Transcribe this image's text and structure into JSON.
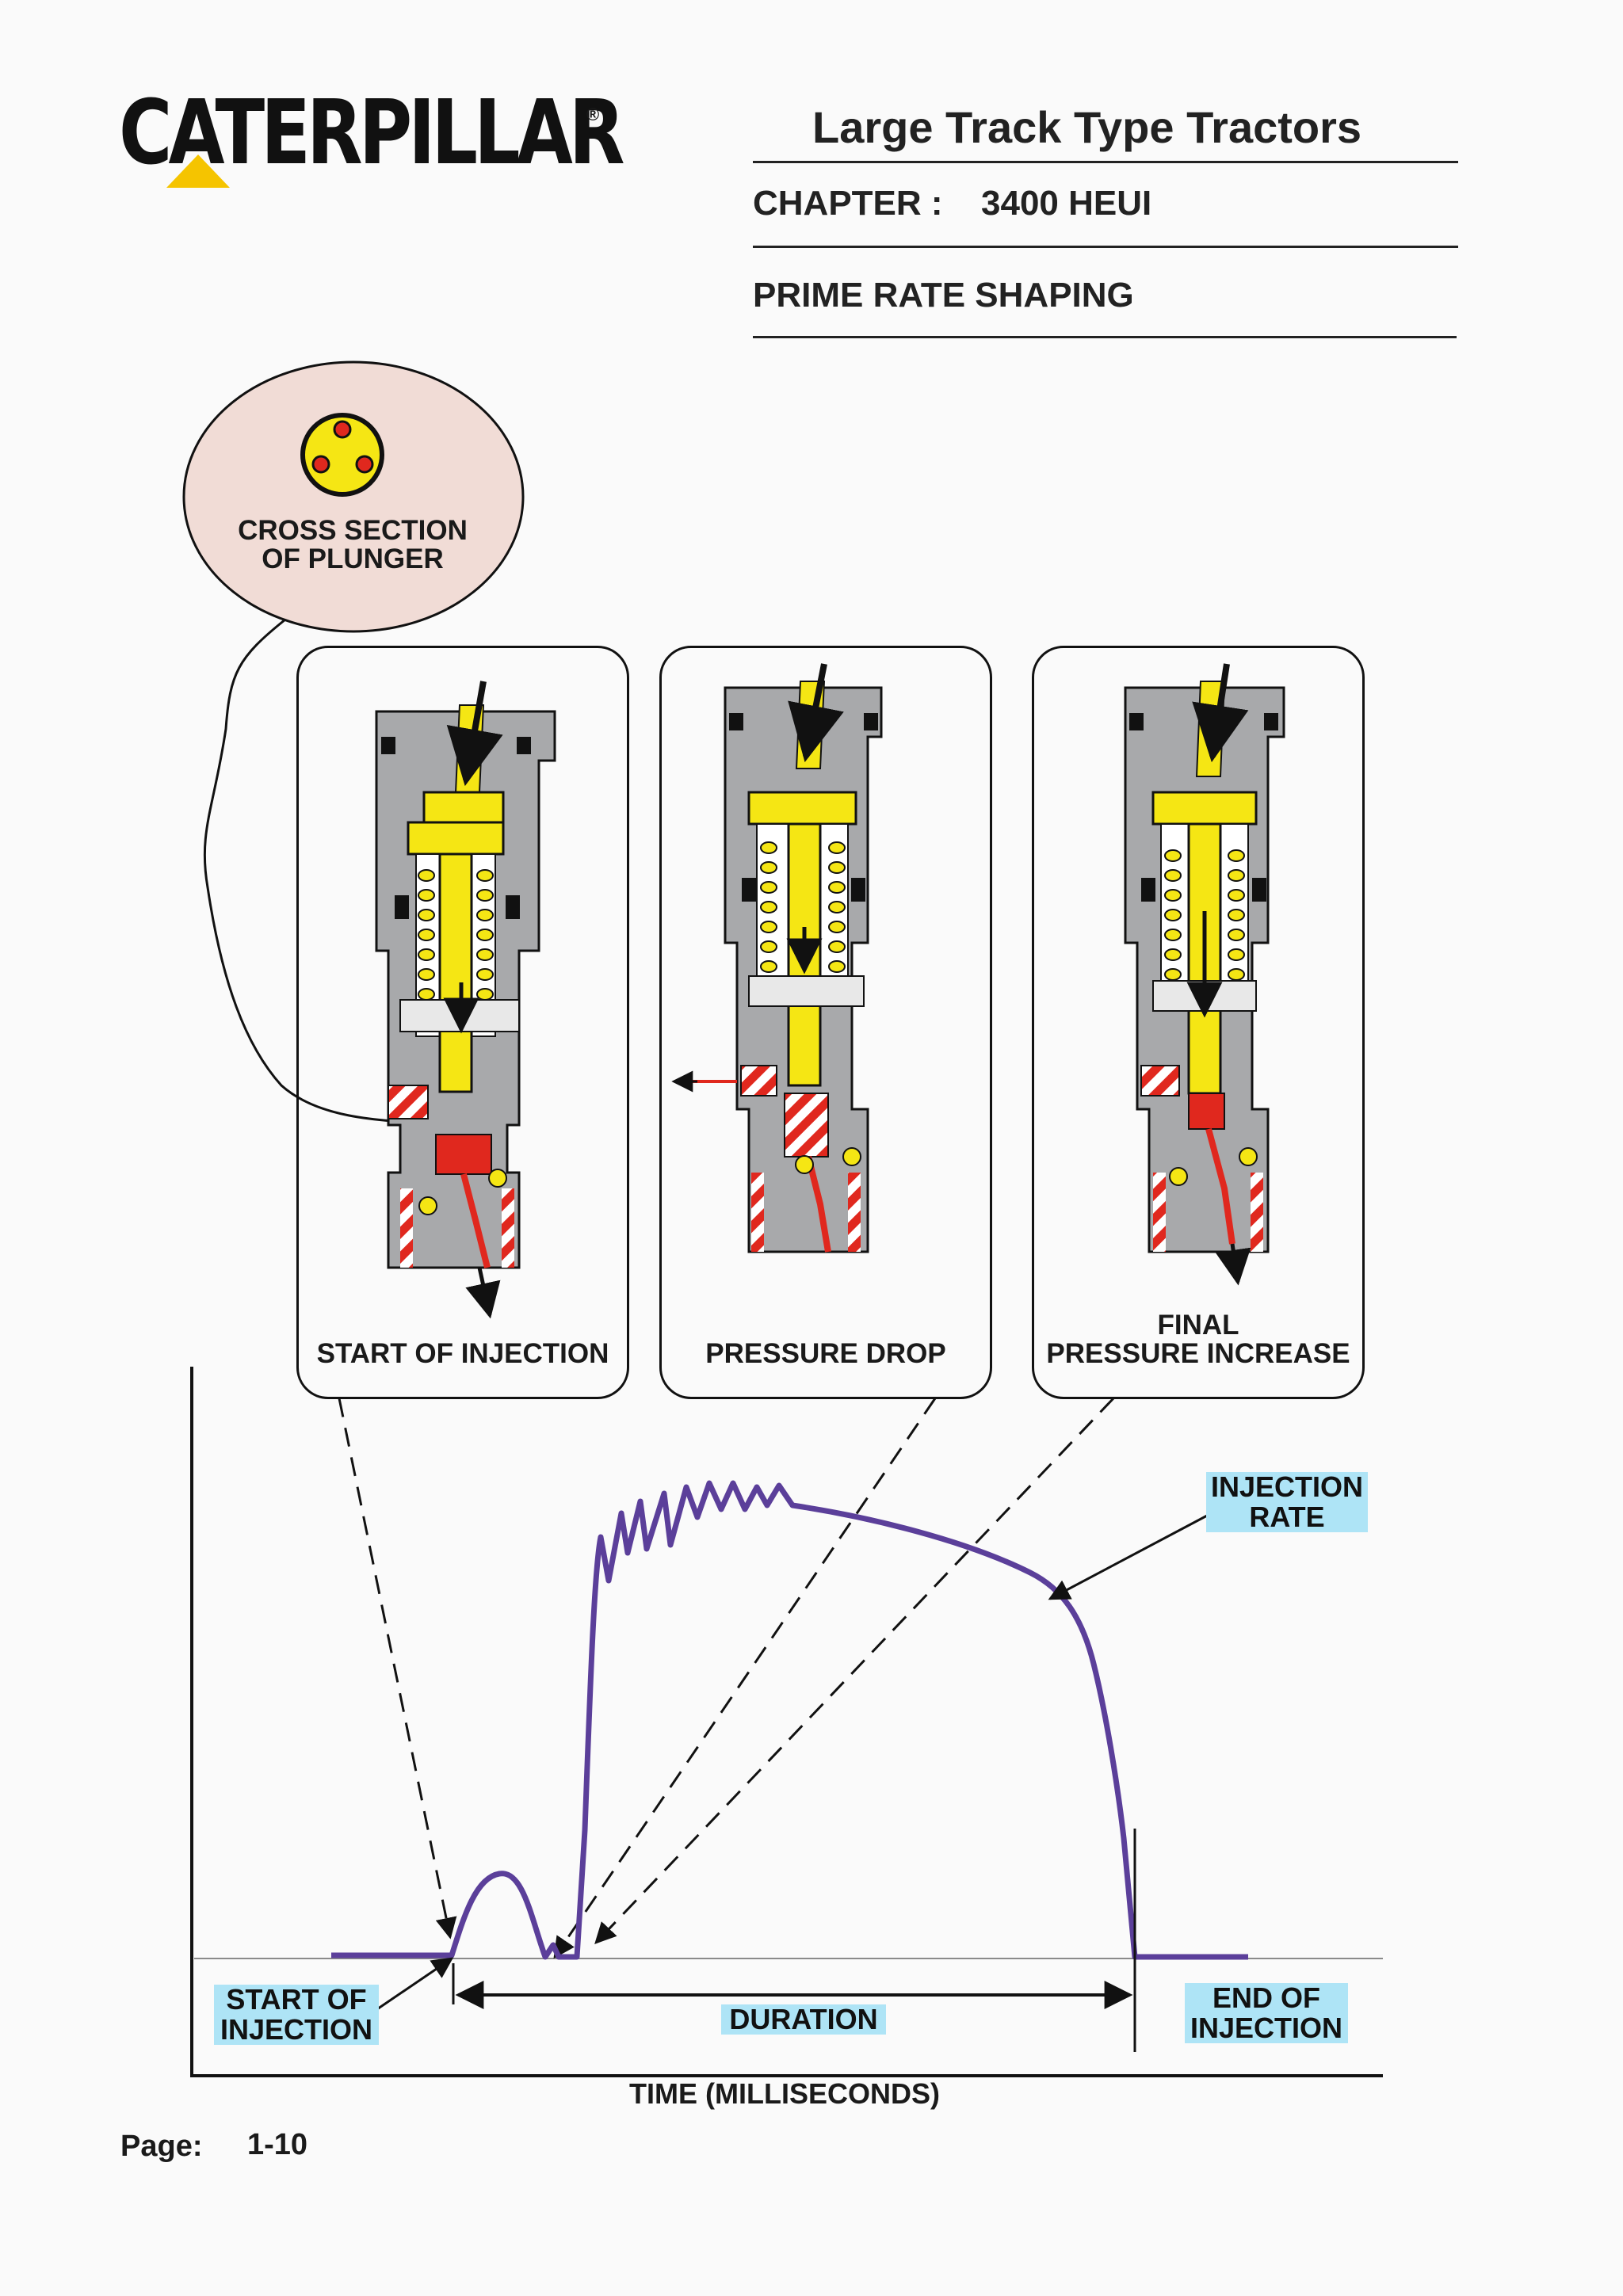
{
  "header": {
    "brand": "CATERPILLAR",
    "brand_mark": "®",
    "title": "Large Track Type Tractors",
    "chapter_label": "CHAPTER :",
    "chapter_value": "3400 HEUI",
    "section": "PRIME RATE SHAPING"
  },
  "cross_section": {
    "label_line1": "CROSS SECTION",
    "label_line2": "OF PLUNGER"
  },
  "panels": [
    {
      "label_lines": [
        "START OF INJECTION"
      ]
    },
    {
      "label_lines": [
        "PRESSURE DROP"
      ]
    },
    {
      "label_lines": [
        "FINAL",
        "PRESSURE INCREASE"
      ]
    }
  ],
  "graph": {
    "injection_rate_label": [
      "INJECTION",
      "RATE"
    ],
    "start_label": [
      "START OF",
      "INJECTION"
    ],
    "duration_label": "DURATION",
    "end_label": [
      "END OF",
      "INJECTION"
    ],
    "x_axis_label": "TIME (MILLISECONDS)",
    "curve_color": "#5b3f9a"
  },
  "footer": {
    "page_label": "Page:",
    "page_value": "1-10"
  },
  "colors": {
    "yellow": "#f5e614",
    "red": "#e0281e",
    "gray": "#a8a9ab",
    "callout_bg": "#aee4f6",
    "ellipse_bg": "#f1dcd6"
  }
}
